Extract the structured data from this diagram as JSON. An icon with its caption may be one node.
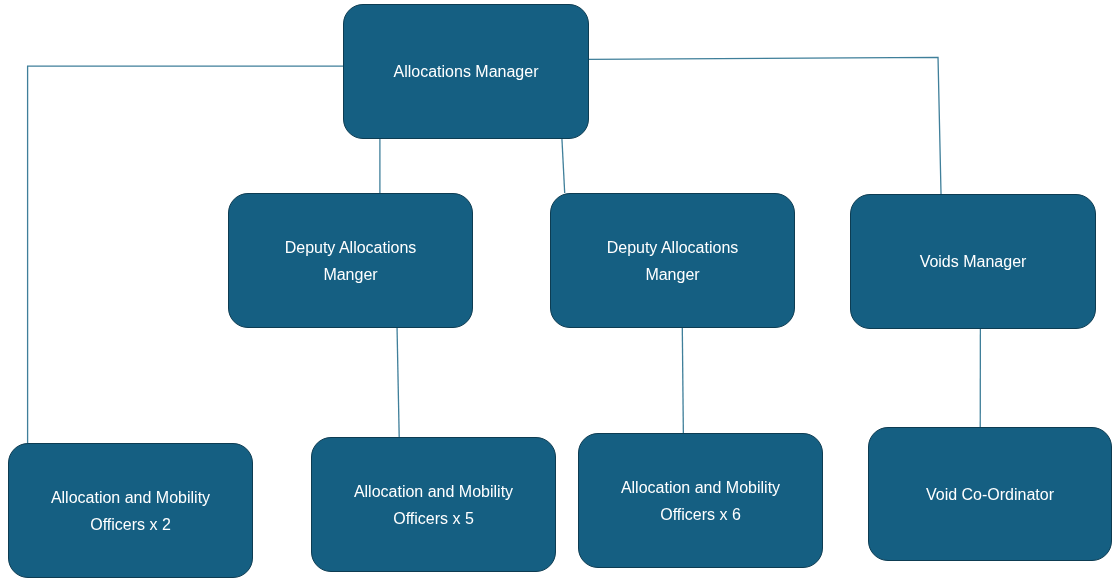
{
  "diagram": {
    "nodes": [
      {
        "text": [
          "Allocations Manager"
        ]
      },
      {
        "text": [
          "Deputy Allocations Manger"
        ]
      },
      {
        "text": [
          "Deputy Allocations Manger"
        ]
      },
      {
        "text": [
          "Voids Manager"
        ]
      },
      {
        "text": [
          "Allocation and Mobility Officers x 2"
        ]
      },
      {
        "text": [
          "Allocation and Mobility Officers x 5"
        ]
      },
      {
        "text": [
          "Allocation and Mobility Officers x 6"
        ]
      },
      {
        "text": [
          "Void Co-Ordinator"
        ]
      }
    ],
    "edges": [
      {
        "from": 0,
        "to": 4,
        "arrow": "none"
      },
      {
        "from": 0,
        "to": 1,
        "arrow": "none"
      },
      {
        "from": 0,
        "to": 2,
        "arrow": "none"
      },
      {
        "from": 0,
        "to": 3,
        "arrow": "none"
      },
      {
        "from": 1,
        "to": 5,
        "arrow": "none"
      },
      {
        "from": 2,
        "to": 6,
        "arrow": "none"
      },
      {
        "from": 3,
        "to": 7,
        "arrow": "none"
      }
    ]
  }
}
